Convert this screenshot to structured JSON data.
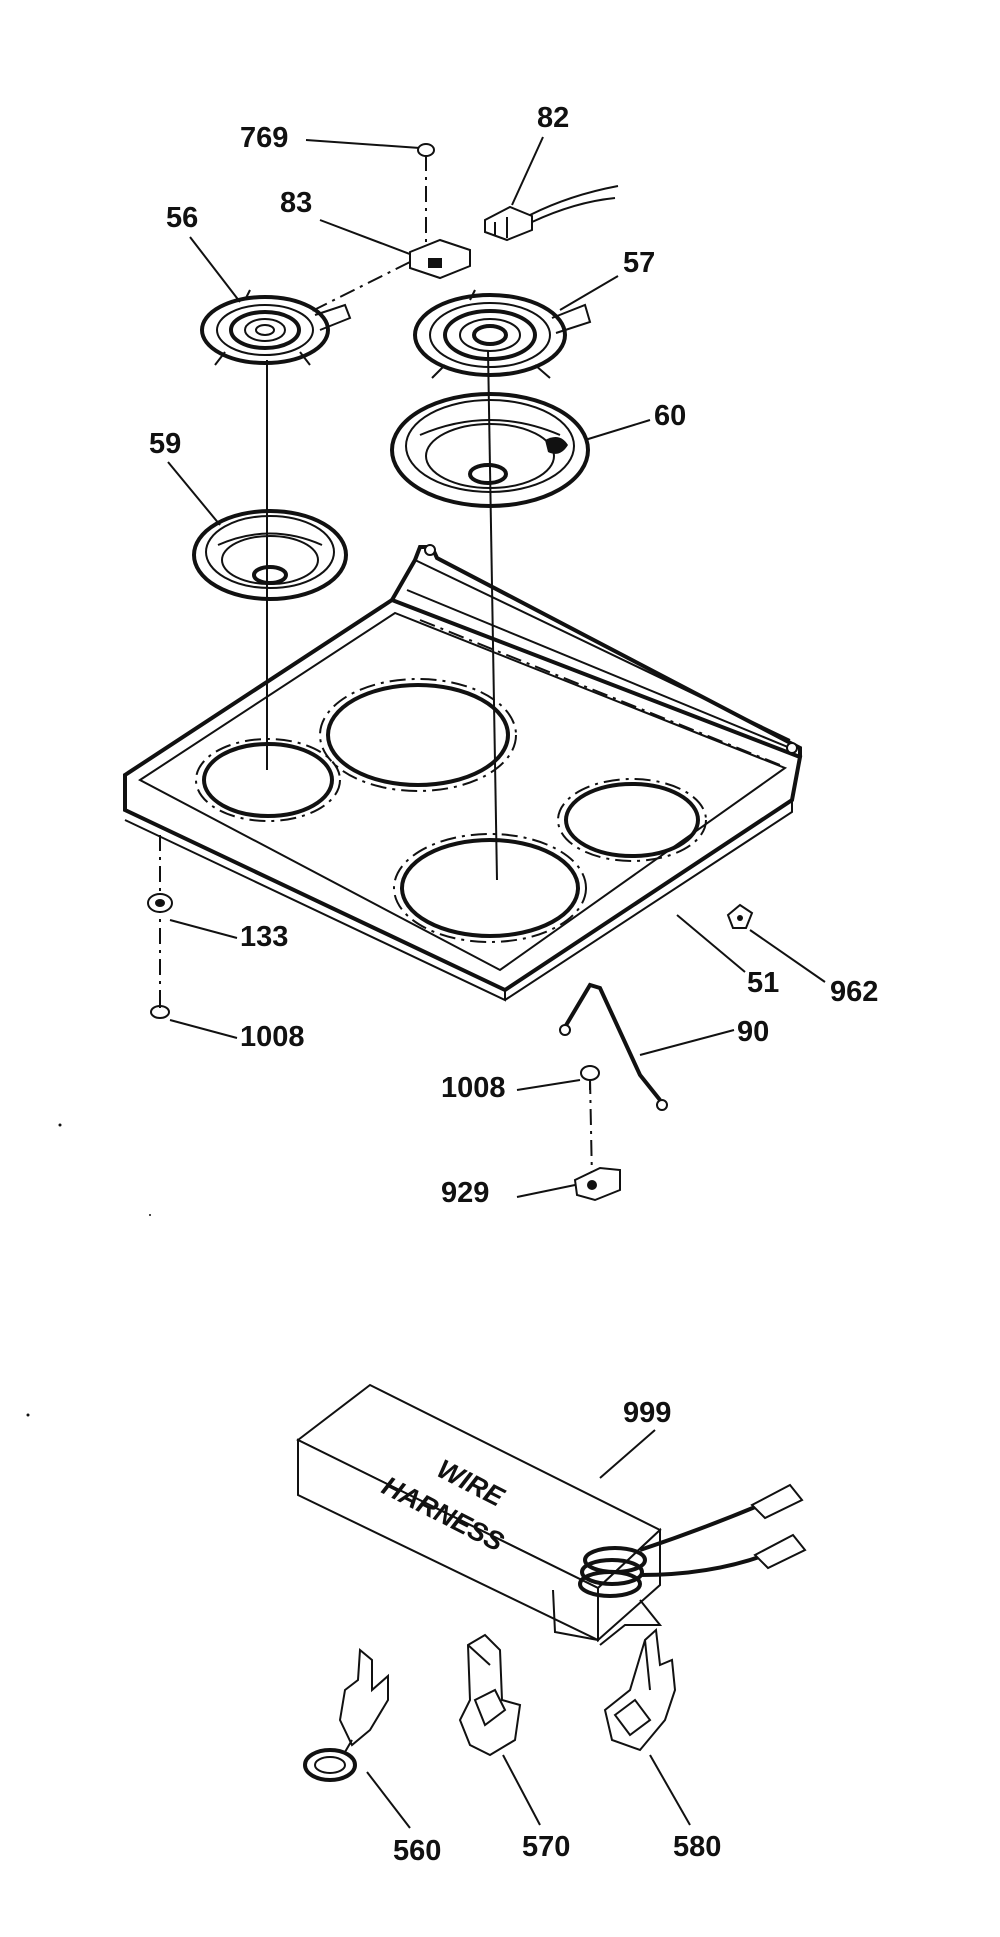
{
  "diagram": {
    "labels": {
      "l769": "769",
      "l82": "82",
      "l83": "83",
      "l56": "56",
      "l57": "57",
      "l59": "59",
      "l60": "60",
      "l133": "133",
      "l1008a": "1008",
      "l51": "51",
      "l962": "962",
      "l90": "90",
      "l1008b": "1008",
      "l929": "929",
      "l999": "999",
      "l560": "560",
      "l570": "570",
      "l580": "580"
    },
    "box_text": {
      "line1": "WIRE",
      "line2": "HARNESS"
    }
  }
}
